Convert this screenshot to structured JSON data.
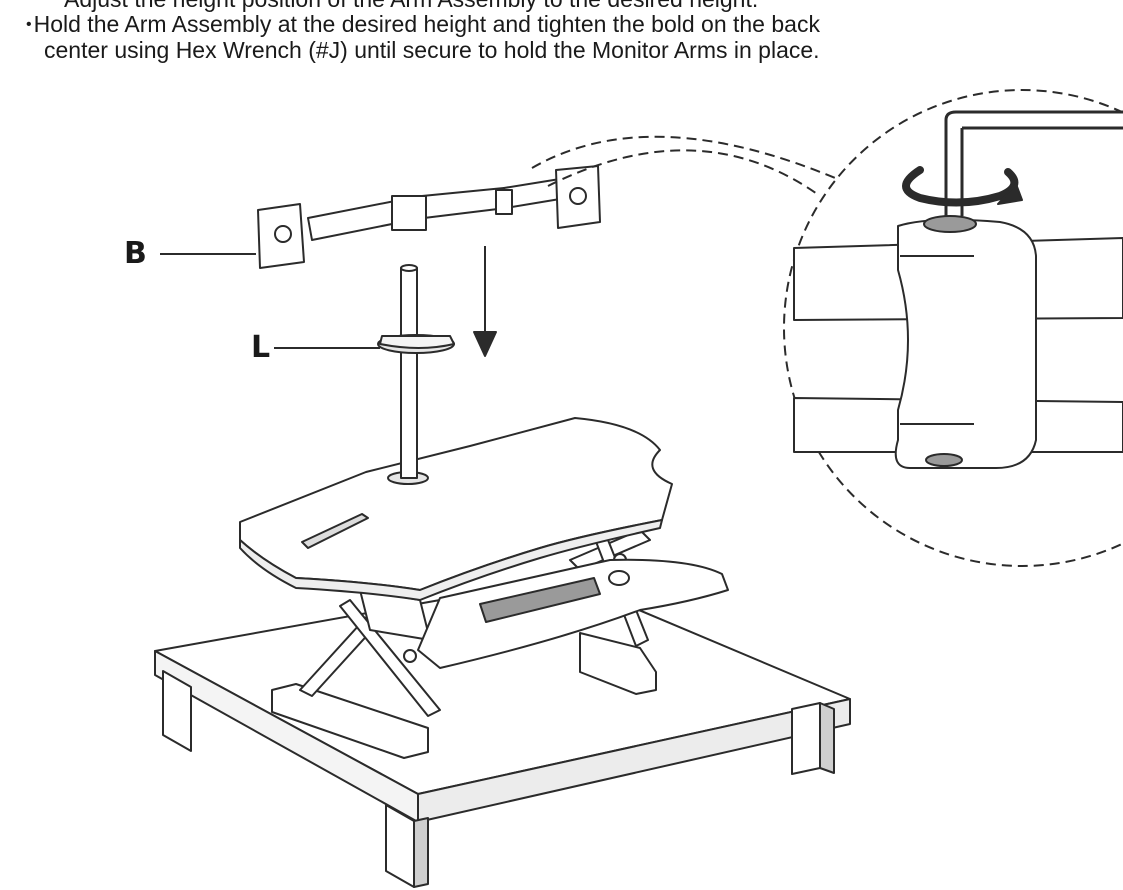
{
  "instructions": {
    "line_cut": "Adjust the height position of the Arm Assembly to the desired height.",
    "bullet": "•",
    "line1": "Hold the Arm Assembly at the desired height and tighten the bold on the back",
    "line2": "center using Hex Wrench (#J) until secure to hold the Monitor Arms in place."
  },
  "callouts": {
    "b": "B",
    "l": "L"
  },
  "colors": {
    "line": "#2b2b2b",
    "fill": "#ffffff",
    "shade": "#d8d8d8",
    "dark": "#9a9a9a"
  }
}
